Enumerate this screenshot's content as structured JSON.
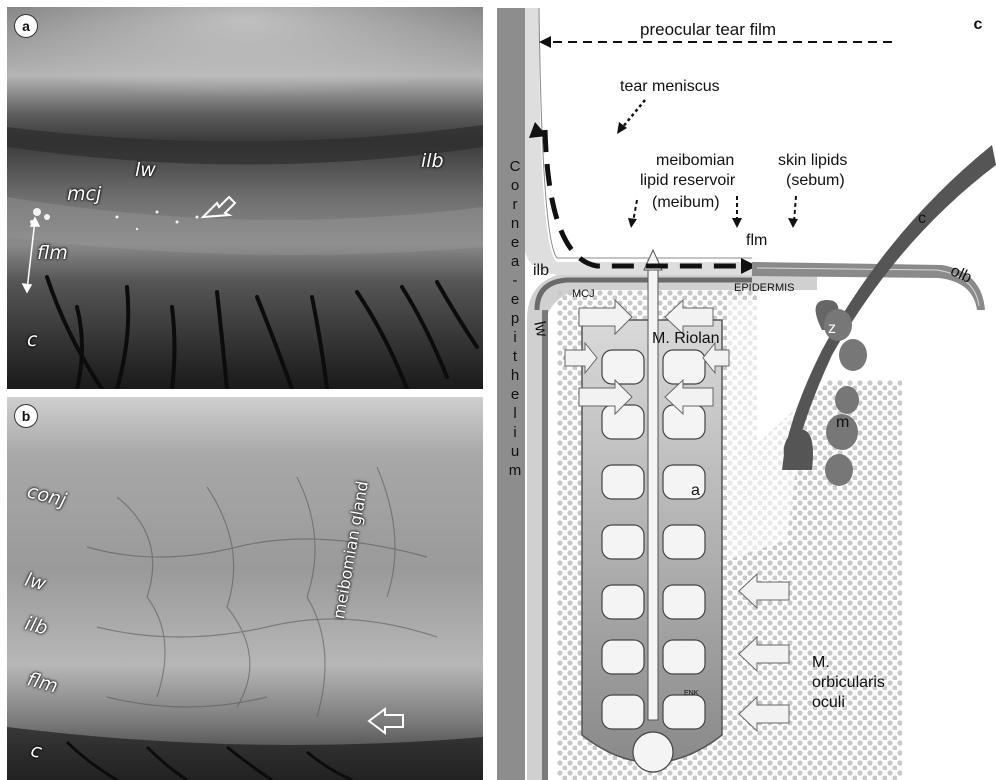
{
  "panel_a": {
    "badge": "a",
    "labels": {
      "lw": "lw",
      "mcj": "mcj",
      "ilb": "ilb",
      "flm": "flm",
      "c": "c"
    }
  },
  "panel_b": {
    "badge": "b",
    "labels": {
      "conj": "conj",
      "lw": "lw",
      "ilb": "ilb",
      "flm": "flm",
      "c": "c",
      "gland": "meibomian gland"
    }
  },
  "panel_c": {
    "badge": "c",
    "labels": {
      "preocular": "preocular tear film",
      "meniscus": "tear meniscus",
      "meibomian_line1": "meibomian",
      "meibomian_line2": "lipid reservoir",
      "meibomian_line3": "(meibum)",
      "skin_line1": "skin lipids",
      "skin_line2": "(sebum)",
      "flm": "flm",
      "ilb": "ilb",
      "olb": "olb",
      "mcj": "MCJ",
      "epidermis": "EPIDERMIS",
      "lw": "lw",
      "riolan": "M. Riolan",
      "z": "z",
      "c": "c",
      "m": "m",
      "a": "a",
      "enk": "ENK",
      "orbicularis_line1": "M.",
      "orbicularis_line2": "orbicularis",
      "orbicularis_line3": "oculi",
      "cornea_letters": [
        "C",
        "o",
        "r",
        "n",
        "e",
        "a",
        "-",
        "e",
        "p",
        "i",
        "t",
        "h",
        "e",
        "l",
        "i",
        "u",
        "m"
      ]
    }
  }
}
